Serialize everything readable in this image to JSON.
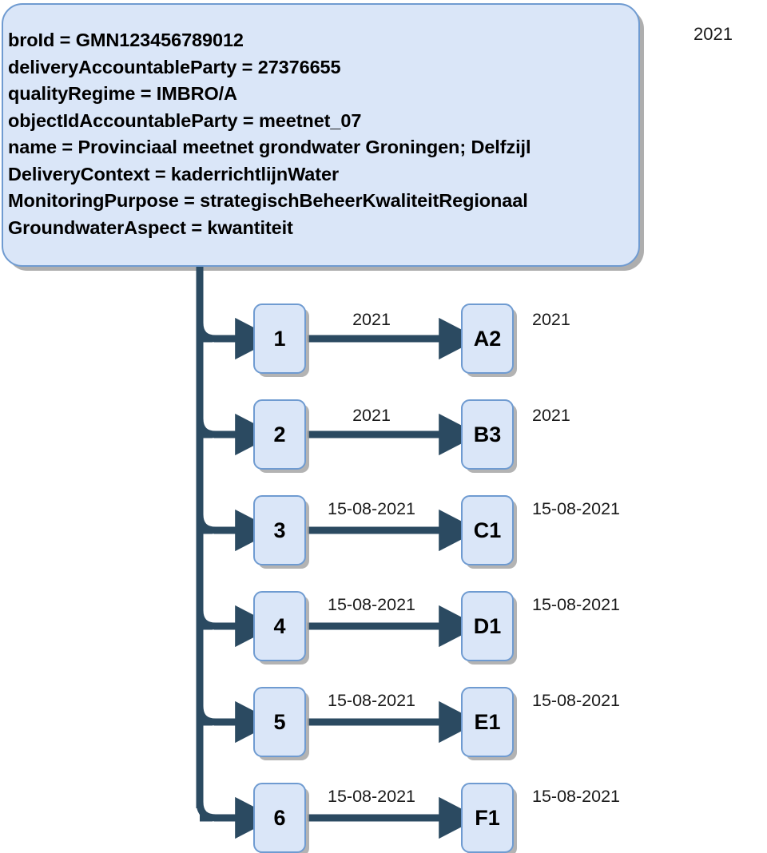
{
  "diagram": {
    "title_box": {
      "lines": [
        "broId = GMN123456789012",
        "deliveryAccountableParty = 27376655",
        "qualityRegime = IMBRO/A",
        "objectIdAccountableParty = meetnet_07",
        "name = Provinciaal meetnet grondwater Groningen; Delfzijl",
        "DeliveryContext = kaderrichtlijnWater",
        "MonitoringPurpose = strategischBeheerKwaliteitRegionaal",
        "GroundwaterAspect = kwantiteit"
      ]
    },
    "corner_label": "2021",
    "rows": [
      {
        "left": "1",
        "edge": "2021",
        "right": "A2",
        "trailing": "2021"
      },
      {
        "left": "2",
        "edge": "2021",
        "right": "B3",
        "trailing": "2021"
      },
      {
        "left": "3",
        "edge": "15-08-2021",
        "right": "C1",
        "trailing": "15-08-2021"
      },
      {
        "left": "4",
        "edge": "15-08-2021",
        "right": "D1",
        "trailing": "15-08-2021"
      },
      {
        "left": "5",
        "edge": "15-08-2021",
        "right": "E1",
        "trailing": "15-08-2021"
      },
      {
        "left": "6",
        "edge": "15-08-2021",
        "right": "F1",
        "trailing": "15-08-2021"
      }
    ],
    "colors": {
      "node_fill": "#dae6f8",
      "node_border": "#6f9bd1",
      "connector": "#2b4a61",
      "text": "#000000",
      "background": "#ffffff"
    }
  }
}
